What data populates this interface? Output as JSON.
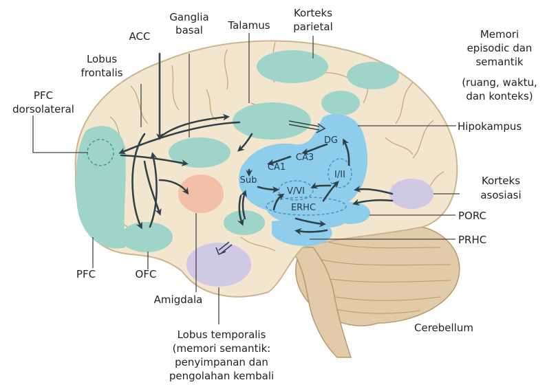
{
  "colors": {
    "brain": "#f3e6cf",
    "brain_outline": "#cdb48f",
    "gyrus": "#c9ab82",
    "teal": "#9fd5c8",
    "hippocampal": "#8fcdec",
    "amygdala": "#f3bfa7",
    "lavender": "#cfc9e6",
    "cerebellum": "#e1cba8",
    "arrow": "#2f4048"
  },
  "labels": {
    "acc": "ACC",
    "ganglia_line1": "Ganglia",
    "ganglia_line2": "basal",
    "talamus": "Talamus",
    "parietal_line1": "Korteks",
    "parietal_line2": "parietal",
    "lobus_frontalis_line1": "Lobus",
    "lobus_frontalis_line2": "frontalis",
    "pfc_dl_line1": "PFC",
    "pfc_dl_line2": "dorsolateral",
    "memori_line1": "Memori",
    "memori_line2": "episodic dan",
    "memori_line3": "semantik",
    "memori_line4": "(ruang, waktu,",
    "memori_line5": "dan konteks)",
    "hipokampus": "Hipokampus",
    "asosiasi_line1": "Korteks",
    "asosiasi_line2": "asosiasi",
    "porc": "PORC",
    "prhc": "PRHC",
    "pfc": "PFC",
    "ofc": "OFC",
    "amigdala": "Amigdala",
    "temporal_line1": "Lobus temporalis",
    "temporal_line2": "(memori semantik:",
    "temporal_line3": "penyimpanan dan",
    "temporal_line4": "pengolahan kembali",
    "cerebellum": "Cerebellum"
  },
  "inner_labels": {
    "dg": "DG",
    "ca3": "CA3",
    "ca1": "CA1",
    "sub": "Sub",
    "vvi": "V/VI",
    "iii": "I/II",
    "erhc": "ERHC"
  }
}
